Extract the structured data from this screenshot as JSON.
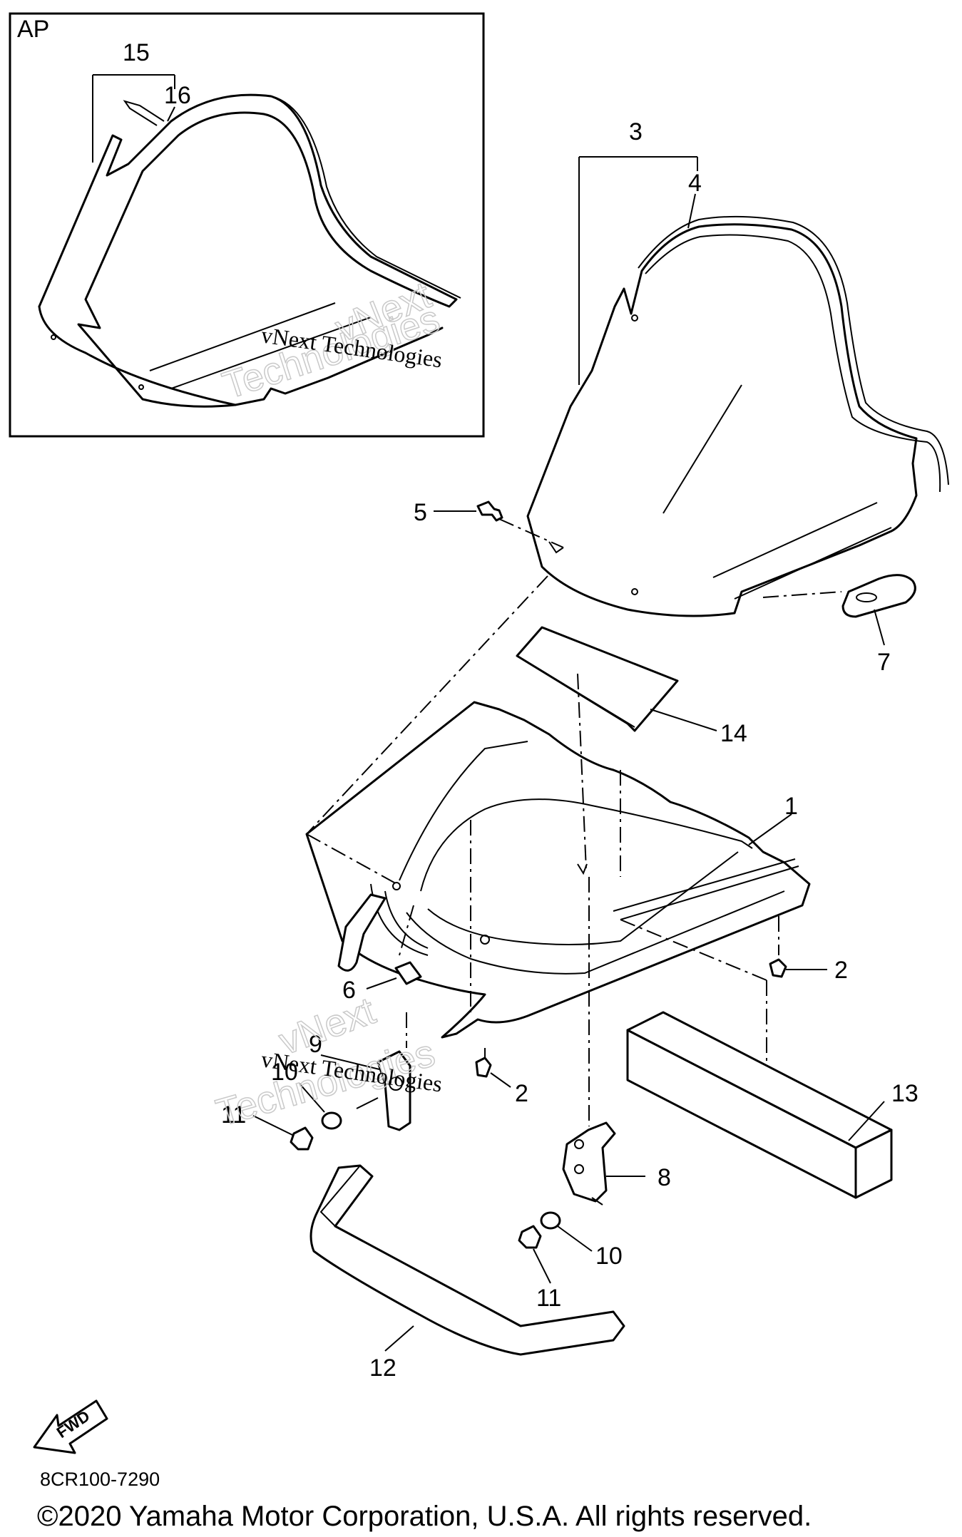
{
  "inset": {
    "label": "AP"
  },
  "callouts": {
    "c1": "1",
    "c2a": "2",
    "c2b": "2",
    "c3": "3",
    "c4": "4",
    "c5": "5",
    "c6": "6",
    "c7": "7",
    "c8": "8",
    "c9": "9",
    "c10a": "10",
    "c10b": "10",
    "c11a": "11",
    "c11b": "11",
    "c12": "12",
    "c13": "13",
    "c14": "14",
    "c15": "15",
    "c16": "16"
  },
  "watermark": {
    "line1": "vNext Technologies",
    "line2": "Technologies",
    "line3": "vNext"
  },
  "fwd_label": "FWD",
  "diagram_code": "8CR100-7290",
  "copyright": "©2020 Yamaha Motor Corporation, U.S.A. All rights reserved.",
  "icons": [
    "fwd-arrow-icon"
  ]
}
